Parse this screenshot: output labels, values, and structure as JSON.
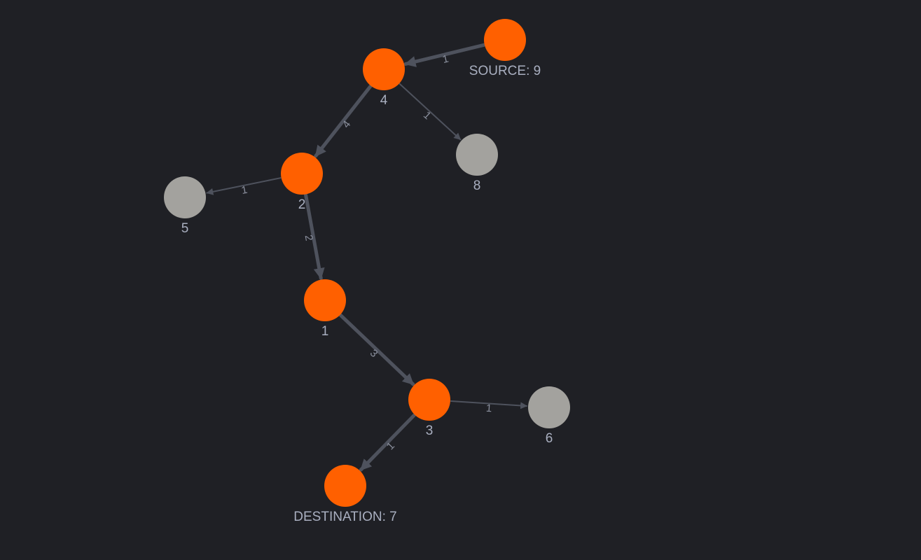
{
  "graph": {
    "colors": {
      "background": "#1f2025",
      "path_node": "#ff6000",
      "other_node": "#a3a29e",
      "edge": "#4e525d",
      "node_label": "#a9afc0",
      "edge_label": "#8b909e"
    },
    "nodes": [
      {
        "id": "9",
        "label": "SOURCE: 9",
        "on_path": true
      },
      {
        "id": "4",
        "label": "4",
        "on_path": true
      },
      {
        "id": "8",
        "label": "8",
        "on_path": false
      },
      {
        "id": "2",
        "label": "2",
        "on_path": true
      },
      {
        "id": "5",
        "label": "5",
        "on_path": false
      },
      {
        "id": "1",
        "label": "1",
        "on_path": true
      },
      {
        "id": "3",
        "label": "3",
        "on_path": true
      },
      {
        "id": "6",
        "label": "6",
        "on_path": false
      },
      {
        "id": "7",
        "label": "DESTINATION: 7",
        "on_path": true
      }
    ],
    "edges": [
      {
        "from": "9",
        "to": "4",
        "weight": "1",
        "on_path": true
      },
      {
        "from": "4",
        "to": "8",
        "weight": "1",
        "on_path": false
      },
      {
        "from": "4",
        "to": "2",
        "weight": "4",
        "on_path": true
      },
      {
        "from": "2",
        "to": "5",
        "weight": "1",
        "on_path": false
      },
      {
        "from": "2",
        "to": "1",
        "weight": "2",
        "on_path": true
      },
      {
        "from": "1",
        "to": "3",
        "weight": "3",
        "on_path": true
      },
      {
        "from": "3",
        "to": "6",
        "weight": "1",
        "on_path": false
      },
      {
        "from": "3",
        "to": "7",
        "weight": "1",
        "on_path": true
      }
    ]
  }
}
